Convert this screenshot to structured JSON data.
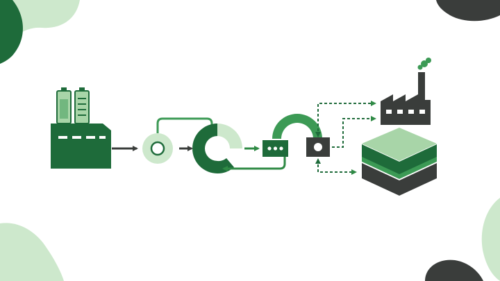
{
  "diagram": {
    "nodes": [
      {
        "id": "battery-factory",
        "kind": "factory with battery cells"
      },
      {
        "id": "intake-ring",
        "kind": "ring node"
      },
      {
        "id": "recycling-wheel",
        "kind": "split circle"
      },
      {
        "id": "control-box",
        "kind": "box with three dots"
      },
      {
        "id": "output-box",
        "kind": "box with circle"
      },
      {
        "id": "industrial-plant",
        "kind": "factory with chimney"
      },
      {
        "id": "stacked-layers",
        "kind": "layer stack"
      }
    ],
    "flows": [
      {
        "from": "battery-factory",
        "to": "intake-ring",
        "style": "solid"
      },
      {
        "from": "intake-ring",
        "to": "recycling-wheel",
        "style": "solid"
      },
      {
        "from": "recycling-wheel",
        "to": "control-box",
        "style": "solid"
      },
      {
        "from": "control-box",
        "to": "recycling-wheel",
        "style": "solid"
      },
      {
        "from": "output-box",
        "to": "industrial-plant",
        "style": "dashed"
      },
      {
        "from": "output-box",
        "to": "stacked-layers",
        "style": "dashed"
      }
    ]
  },
  "colors": {
    "dark_green": "#1e6b3a",
    "mid_green": "#3c9a55",
    "light_green": "#a8d5a8",
    "pale_green": "#cde8cc",
    "charcoal": "#3a3d3b",
    "background": "#ffffff"
  },
  "icons": [
    "battery-cell-icon",
    "factory-icon",
    "chimney-icon",
    "smoke-icon",
    "layers-icon",
    "arrow-right-icon",
    "arrow-left-icon"
  ]
}
